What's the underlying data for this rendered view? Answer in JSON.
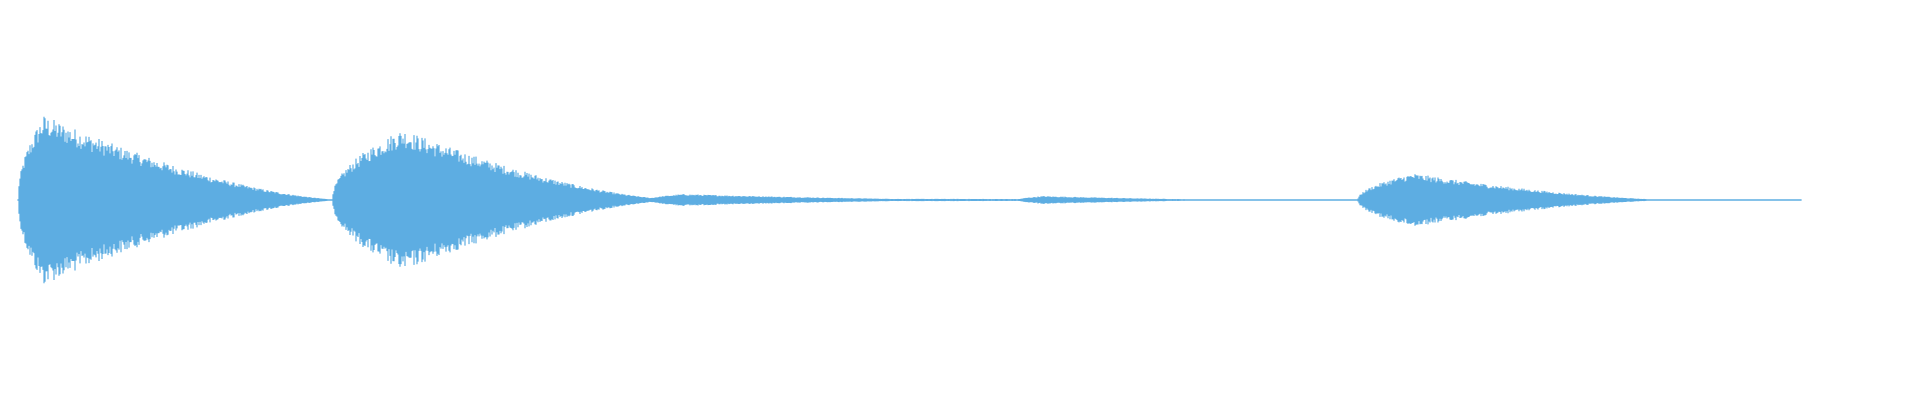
{
  "waveform": {
    "color": "#5dade2",
    "background": "#ffffff",
    "duration_fraction_filled": 0.965,
    "segments": [
      {
        "name": "burst-1",
        "start": 0.0,
        "peak": 0.014,
        "end": 0.178,
        "amplitude": 0.86
      },
      {
        "name": "burst-2",
        "start": 0.17,
        "peak": 0.208,
        "end": 0.36,
        "amplitude": 0.72
      },
      {
        "name": "tail",
        "start": 0.34,
        "peak": 0.36,
        "end": 0.54,
        "amplitude": 0.06
      },
      {
        "name": "faint-blip",
        "start": 0.541,
        "peak": 0.555,
        "end": 0.68,
        "amplitude": 0.04
      },
      {
        "name": "burst-3",
        "start": 0.725,
        "peak": 0.755,
        "end": 0.9,
        "amplitude": 0.27
      },
      {
        "name": "floor",
        "start": 0.0,
        "peak": 0.5,
        "end": 0.965,
        "amplitude": 0.012
      }
    ]
  }
}
